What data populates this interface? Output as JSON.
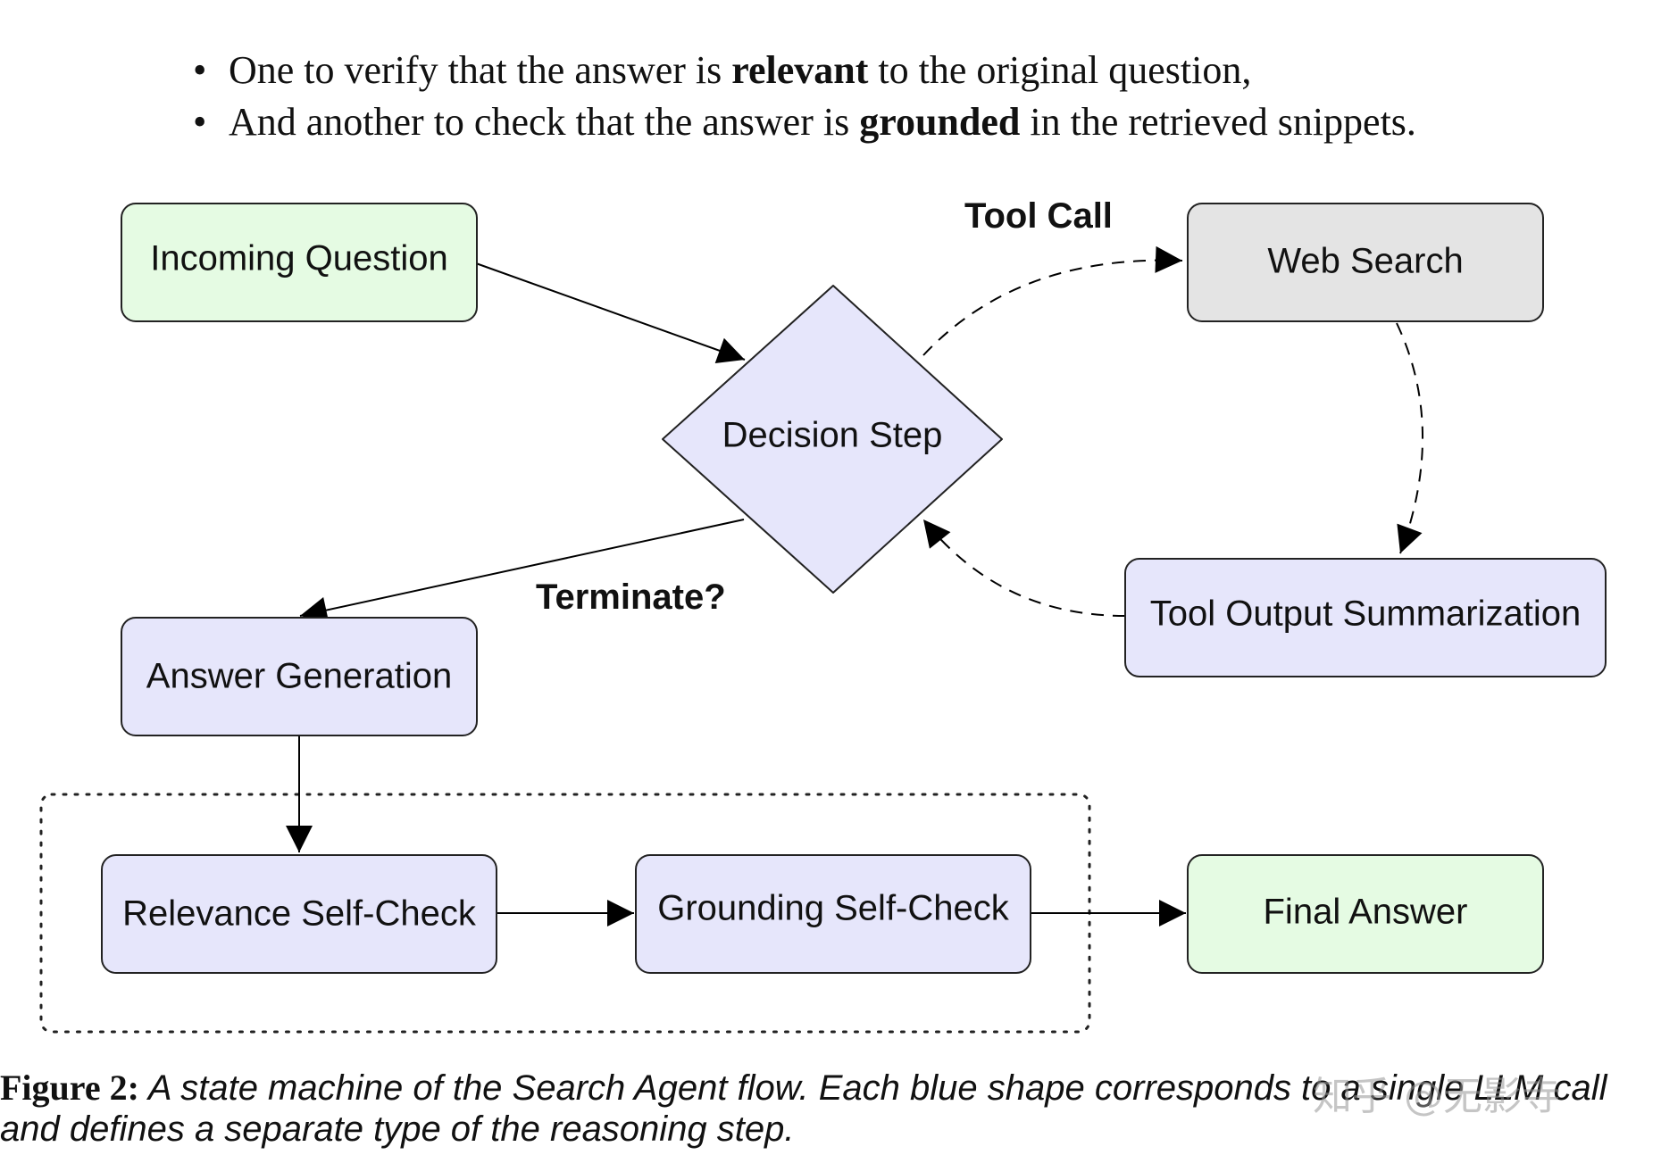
{
  "bullets": [
    {
      "pre": "One to verify that the answer is ",
      "bold": "relevant",
      "post": " to the original question,"
    },
    {
      "pre": "And another to check that the answer is ",
      "bold": "grounded",
      "post": " in the retrieved snippets."
    }
  ],
  "diagram": {
    "nodes": {
      "incoming_question": "Incoming Question",
      "decision_step": "Decision Step",
      "web_search": "Web Search",
      "tool_output_summarization": "Tool Output Summarization",
      "answer_generation": "Answer Generation",
      "relevance_self_check": "Relevance Self-Check",
      "grounding_self_check": "Grounding Self-Check",
      "final_answer": "Final Answer"
    },
    "edge_labels": {
      "tool_call": "Tool Call",
      "terminate": "Terminate?"
    },
    "colors": {
      "green_fill": "#e5fbe3",
      "blue_fill": "#e6e6fb",
      "gray_fill": "#e4e4e4",
      "stroke": "#222222"
    }
  },
  "caption": {
    "label": "Figure 2:",
    "text": "A state machine of the Search Agent flow. Each blue shape corresponds to a single LLM call and defines a separate type of the reasoning step."
  },
  "watermark": "知乎 @无影寺"
}
